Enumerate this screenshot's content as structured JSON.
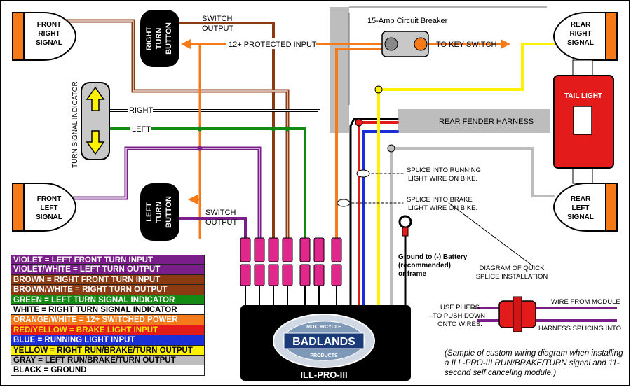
{
  "signals": {
    "front_right": [
      "FRONT",
      "RIGHT",
      "SIGNAL"
    ],
    "front_left": [
      "FRONT",
      "LEFT",
      "SIGNAL"
    ],
    "rear_right": [
      "REAR",
      "RIGHT",
      "SIGNAL"
    ],
    "rear_left": [
      "REAR",
      "LEFT",
      "SIGNAL"
    ]
  },
  "buttons": {
    "right_turn": [
      "RIGHT",
      "TURN",
      "BUTTON"
    ],
    "left_turn": [
      "LEFT",
      "TURN",
      "BUTTON"
    ]
  },
  "labels": {
    "switch_output_top": [
      "SWITCH",
      "OUTPUT"
    ],
    "switch_output_bottom": [
      "SWITCH",
      "OUTPUT"
    ],
    "protected_input": "12+ PROTECTED INPUT",
    "circuit_breaker": "15-Amp Circuit Breaker",
    "to_key_switch": "TO KEY SWITCH",
    "turn_signal_indicator": "TURN SIGNAL INDICATOR",
    "right": "RIGHT",
    "left": "LEFT",
    "tail_light": "TAIL LIGHT",
    "rear_fender_harness": "REAR FENDER HARNESS",
    "splice_running": [
      "SPLICE INTO RUNNING",
      "LIGHT WIRE ON BIKE."
    ],
    "splice_brake": [
      "SPLICE INTO BRAKE",
      "LIGHT WIRE ON BIKE."
    ],
    "ground": [
      "Ground to (-) Battery",
      "(recommended)",
      "or frame"
    ],
    "quick_splice_title": [
      "DIAGRAM OF QUICK",
      "SPLICE INSTALLATION"
    ],
    "use_pliers": [
      "USE PLIERS",
      "–TO PUSH DOWN",
      "ONTO WIRES."
    ],
    "wire_from_module": "WIRE FROM MODULE",
    "harness_splicing": "HARNESS SPLICING INTO",
    "module_name": "ILL-PRO-III",
    "brand": "BADLANDS",
    "brand_ring_top": "MOTORCYCLE",
    "brand_ring_bottom": "PRODUCTS"
  },
  "legend": [
    {
      "text": "VIOLET = LEFT FRONT TURN INPUT",
      "bg": "#7a1f8a",
      "fg": "#ffffff"
    },
    {
      "text": "VIOLET/WHITE = LEFT TURN OUTPUT",
      "bg": "#7a1f8a",
      "fg": "#ffffff"
    },
    {
      "text": "BROWN = RIGHT FRONT TURN INPUT",
      "bg": "#8b3a12",
      "fg": "#ffffff"
    },
    {
      "text": "BROWN/WHITE = RIGHT TURN OUTPUT",
      "bg": "#8b3a12",
      "fg": "#ffffff"
    },
    {
      "text": "GREEN = LEFT TURN SIGNAL INDICATOR",
      "bg": "#138a13",
      "fg": "#ffffff"
    },
    {
      "text": "WHITE = RIGHT TURN SIGNAL INDICATOR",
      "bg": "#ffffff",
      "fg": "#000000"
    },
    {
      "text": "ORANGE/WHITE = 12+ SWITCHED POWER",
      "bg": "#f47a1a",
      "fg": "#ffffff"
    },
    {
      "text": "RED/YELLOW = BRAKE LIGHT INPUT",
      "bg": "#e41b1b",
      "fg": "#ffe600"
    },
    {
      "text": "BLUE = RUNNING LIGHT INPUT",
      "bg": "#1a2fd6",
      "fg": "#ffffff"
    },
    {
      "text": "YELLOW = RIGHT RUN/BRAKE/TURN OUTPUT",
      "bg": "#fff200",
      "fg": "#000000"
    },
    {
      "text": "GRAY = LEFT RUN/BRAKE/TURN OUTPUT",
      "bg": "#bdbdbd",
      "fg": "#000000"
    },
    {
      "text": "BLACK = GROUND",
      "bg": "#ffffff",
      "fg": "#000000"
    }
  ],
  "note": "(Sample of custom wiring diagram when installing a ILL-PRO-III RUN/BRAKE/TURN signal and 11-second self canceling module.)",
  "colors": {
    "violet": "#7a1f8a",
    "brown": "#8b3a12",
    "green": "#138a13",
    "orange": "#f47a1a",
    "red": "#e41b1b",
    "blue": "#1a2fd6",
    "yellow": "#fff200",
    "gray": "#bdbdbd",
    "black": "#000000",
    "signal_amber": "#f47a1a",
    "connector": "#e0288c"
  }
}
